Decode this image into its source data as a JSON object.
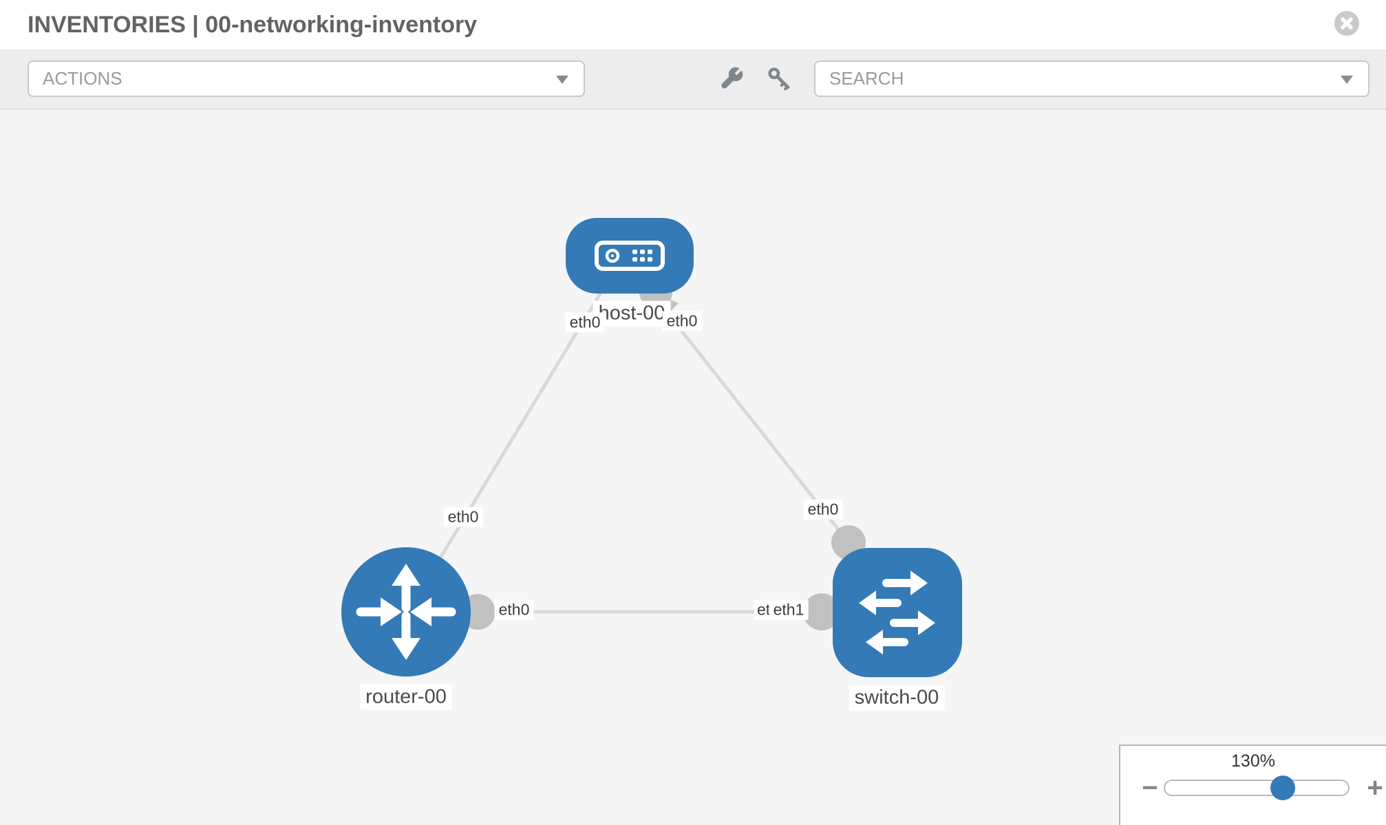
{
  "header": {
    "title": "INVENTORIES | 00-networking-inventory",
    "close_icon": "circle-x"
  },
  "toolbar": {
    "actions_placeholder": "ACTIONS",
    "search_placeholder": "SEARCH",
    "icons": [
      "wrench",
      "key",
      "chevron-down"
    ]
  },
  "topology": {
    "nodes": [
      {
        "label": "host-00",
        "type": "host",
        "icon": "server-icon"
      },
      {
        "label": "router-00",
        "type": "router",
        "icon": "router-arrows-icon"
      },
      {
        "label": "switch-00",
        "type": "switch",
        "icon": "switch-arrows-icon"
      }
    ],
    "links": [
      {
        "source": "host-00",
        "target": "router-00",
        "source_interface": "eth0",
        "target_interface": "eth0"
      },
      {
        "source": "host-00",
        "target": "switch-00",
        "source_interface": "eth0",
        "target_interface": "eth0"
      },
      {
        "source": "router-00",
        "target": "switch-00",
        "source_interface": "eth0",
        "target_interface": "eth1",
        "occluded_interface_label": "eth0"
      }
    ]
  },
  "zoom_control": {
    "level": "130%",
    "decrease_label": "−",
    "increase_label": "+"
  },
  "colors": {
    "node_blue": "#337ab7",
    "link_gray": "#d9d9d9",
    "interface_gray": "#c1c1c1",
    "canvas_bg": "#f5f5f5",
    "toolbar_bg": "#ededed"
  }
}
